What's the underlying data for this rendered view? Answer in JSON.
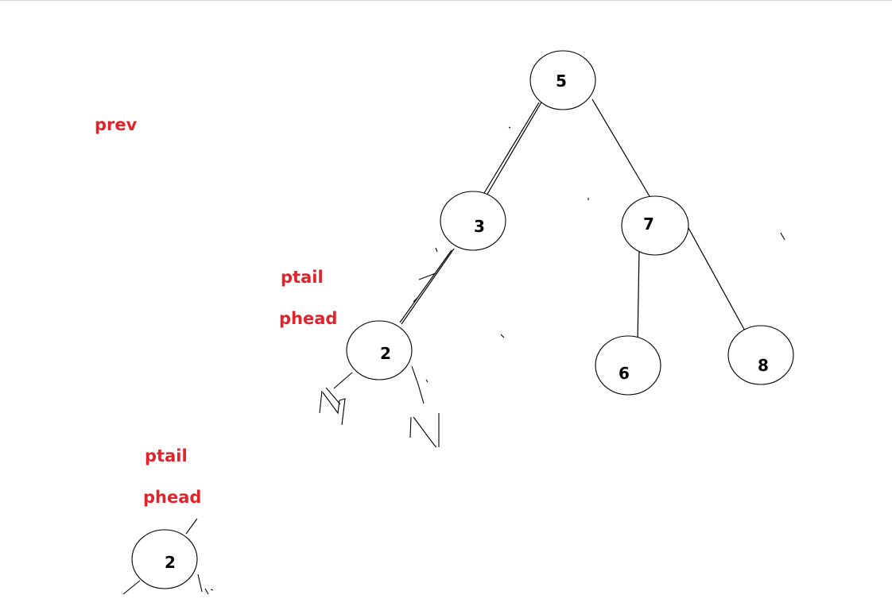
{
  "tree": {
    "nodes": [
      {
        "id": "n5",
        "label": "5"
      },
      {
        "id": "n3",
        "label": "3"
      },
      {
        "id": "n7",
        "label": "7"
      },
      {
        "id": "n2",
        "label": "2"
      },
      {
        "id": "n6",
        "label": "6"
      },
      {
        "id": "n8",
        "label": "8"
      }
    ],
    "edges": [
      {
        "from": "n5",
        "to": "n3"
      },
      {
        "from": "n5",
        "to": "n7"
      },
      {
        "from": "n3",
        "to": "n2"
      },
      {
        "from": "n7",
        "to": "n6"
      },
      {
        "from": "n7",
        "to": "n8"
      }
    ]
  },
  "pointers": {
    "prev": "prev",
    "ptail_tree": "ptail",
    "phead_tree": "phead",
    "ptail_list": "ptail",
    "phead_list": "phead"
  },
  "list_node": {
    "label": "2"
  },
  "colors": {
    "pointer_label": "#e0242b",
    "ink": "#000000",
    "background": "#ffffff"
  }
}
